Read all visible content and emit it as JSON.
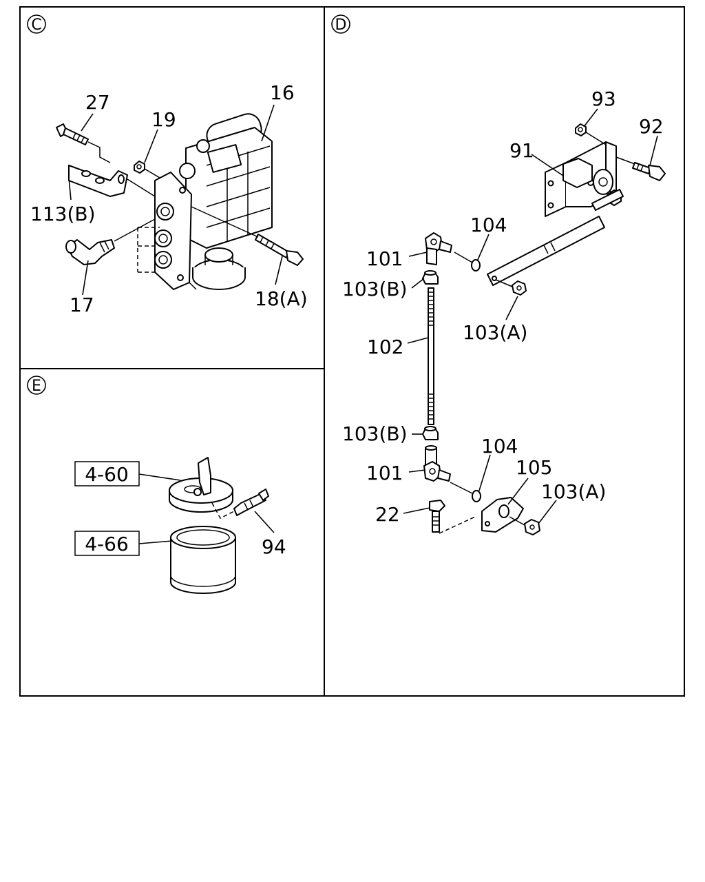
{
  "sections": {
    "c": {
      "marker": "C"
    },
    "d": {
      "marker": "D"
    },
    "e": {
      "marker": "E"
    }
  },
  "labels": {
    "c": {
      "p16": "16",
      "p27": "27",
      "p19": "19",
      "p113b": "113(B)",
      "p17": "17",
      "p18a": "18(A)"
    },
    "d": {
      "p93": "93",
      "p92": "92",
      "p91": "91",
      "p104_top": "104",
      "p101_top": "101",
      "p103b_top": "103(B)",
      "p103a_top": "103(A)",
      "p102": "102",
      "p103b_bottom": "103(B)",
      "p104_bottom": "104",
      "p105": "105",
      "p101_bottom": "101",
      "p103a_bottom": "103(A)",
      "p22": "22"
    },
    "e": {
      "ref_460": "4-60",
      "ref_466": "4-66",
      "p94": "94"
    }
  }
}
